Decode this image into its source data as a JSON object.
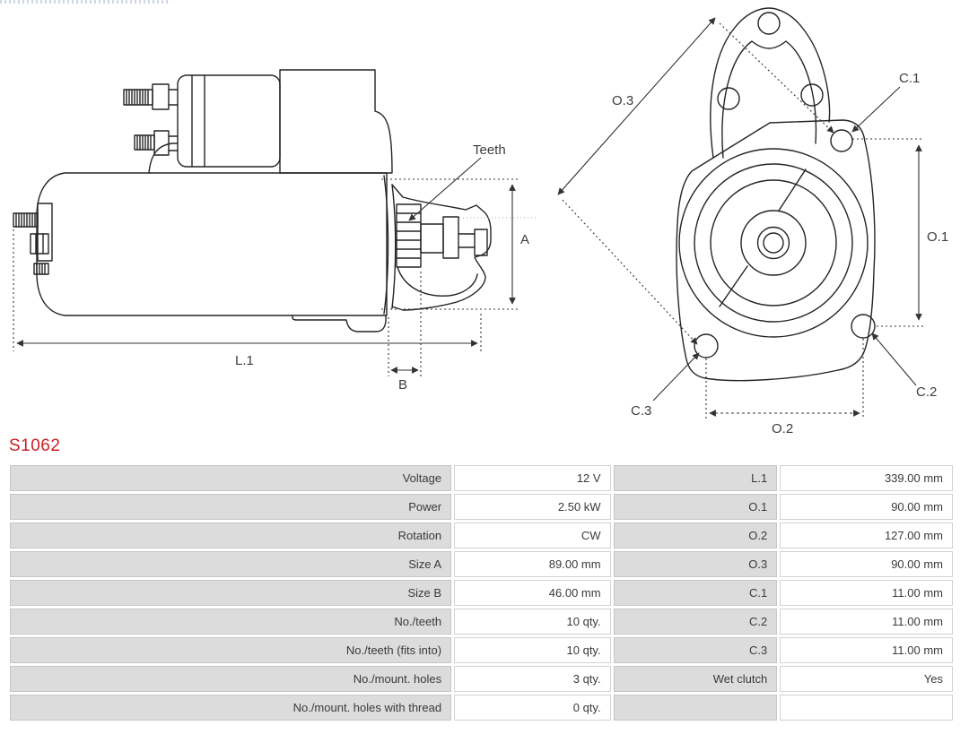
{
  "product": {
    "code": "S1062"
  },
  "diagrams": {
    "side": {
      "name": "starter-motor-side-view",
      "labels": {
        "teeth": "Teeth",
        "a": "A",
        "l1": "L.1",
        "b": "B"
      }
    },
    "front": {
      "name": "starter-motor-front-view",
      "labels": {
        "o3": "O.3",
        "c1": "C.1",
        "o1": "O.1",
        "c2": "C.2",
        "c3": "C.3",
        "o2": "O.2"
      }
    }
  },
  "table": {
    "rows": [
      {
        "c0": "Voltage",
        "c1": "12 V",
        "c2": "L.1",
        "c3": "339.00 mm"
      },
      {
        "c0": "Power",
        "c1": "2.50 kW",
        "c2": "O.1",
        "c3": "90.00 mm"
      },
      {
        "c0": "Rotation",
        "c1": "CW",
        "c2": "O.2",
        "c3": "127.00 mm"
      },
      {
        "c0": "Size A",
        "c1": "89.00 mm",
        "c2": "O.3",
        "c3": "90.00 mm"
      },
      {
        "c0": "Size B",
        "c1": "46.00 mm",
        "c2": "C.1",
        "c3": "11.00 mm"
      },
      {
        "c0": "No./teeth",
        "c1": "10 qty.",
        "c2": "C.2",
        "c3": "11.00 mm"
      },
      {
        "c0": "No./teeth (fits into)",
        "c1": "10 qty.",
        "c2": "C.3",
        "c3": "11.00 mm"
      },
      {
        "c0": "No./mount. holes",
        "c1": "3 qty.",
        "c2": "Wet clutch",
        "c3": "Yes"
      },
      {
        "c0": "No./mount. holes with thread",
        "c1": "0 qty.",
        "c2": "",
        "c3": ""
      }
    ]
  },
  "colors": {
    "accent_red": "#cb2026",
    "label_cell_bg": "#dcdcdc",
    "cell_border": "#cccccc",
    "drawing_line": "#242424",
    "dimension_line": "#333333"
  }
}
